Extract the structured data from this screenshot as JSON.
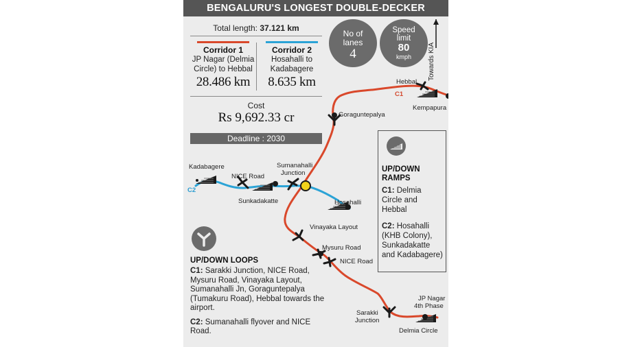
{
  "title": "BENGALURU'S LONGEST DOUBLE-DECKER",
  "total": {
    "label": "Total length:",
    "value": "37.121 km"
  },
  "corridor1": {
    "name": "Corridor 1",
    "desc_line1": "JP Nagar (Delmia",
    "desc_line2": "Circle) to Hebbal",
    "km": "28.486 km",
    "color": "#d9482b"
  },
  "corridor2": {
    "name": "Corridor 2",
    "desc_line1": "Hosahalli to",
    "desc_line2": "Kadabagere",
    "km": "8.635 km",
    "color": "#2ba3d6"
  },
  "cost": {
    "label": "Cost",
    "value": "Rs 9,692.33 cr"
  },
  "deadline": "Deadline : 2030",
  "lanes": {
    "label_line1": "No of",
    "label_line2": "lanes",
    "value": "4"
  },
  "speed": {
    "label_line1": "Speed",
    "label_line2": "limit",
    "value": "80",
    "unit": "kmph"
  },
  "towards": "Towards KIA",
  "ramps": {
    "heading_line1": "UP/DOWN",
    "heading_line2": "RAMPS",
    "c1_tag": "C1:",
    "c1_text": "Delmia Circle and Hebbal",
    "c2_tag": "C2:",
    "c2_text": "Hosahalli (KHB Colony), Sunkadakatte and Kadabagere)"
  },
  "loops": {
    "heading": "UP/DOWN LOOPS",
    "c1_tag": "C1:",
    "c1_text": "Sarakki Junction, NICE Road, Mysuru Road, Vinayaka Layout, Sumanahalli Jn, Goraguntepalya (Tumakuru Road), Hebbal towards the airport.",
    "c2_tag": "C2:",
    "c2_text": "Sumanahalli flyover and NICE Road."
  },
  "map_labels": {
    "hebbal": "Hebbal",
    "c1_tag": "C1",
    "kempapura": "Kempapura",
    "goraguntepalya": "Goraguntepalya",
    "kadabagere": "Kadabagere",
    "c2_tag": "C2",
    "nice_road_west": "NICE Road",
    "sunkadakatte": "Sunkadakatte",
    "sumanahalli_line1": "Sumanahalli",
    "sumanahalli_line2": "Junction",
    "hosahalli": "Hosahalli",
    "vinayaka_layout": "Vinayaka Layout",
    "mysuru_road": "Mysuru Road",
    "nice_road_south": "NICE Road",
    "sarakki_line1": "Sarakki",
    "sarakki_line2": "Junction",
    "jp_nagar_line1": "JP Nagar",
    "jp_nagar_line2": "4th Phase",
    "delmia_circle": "Delmia Circle"
  }
}
